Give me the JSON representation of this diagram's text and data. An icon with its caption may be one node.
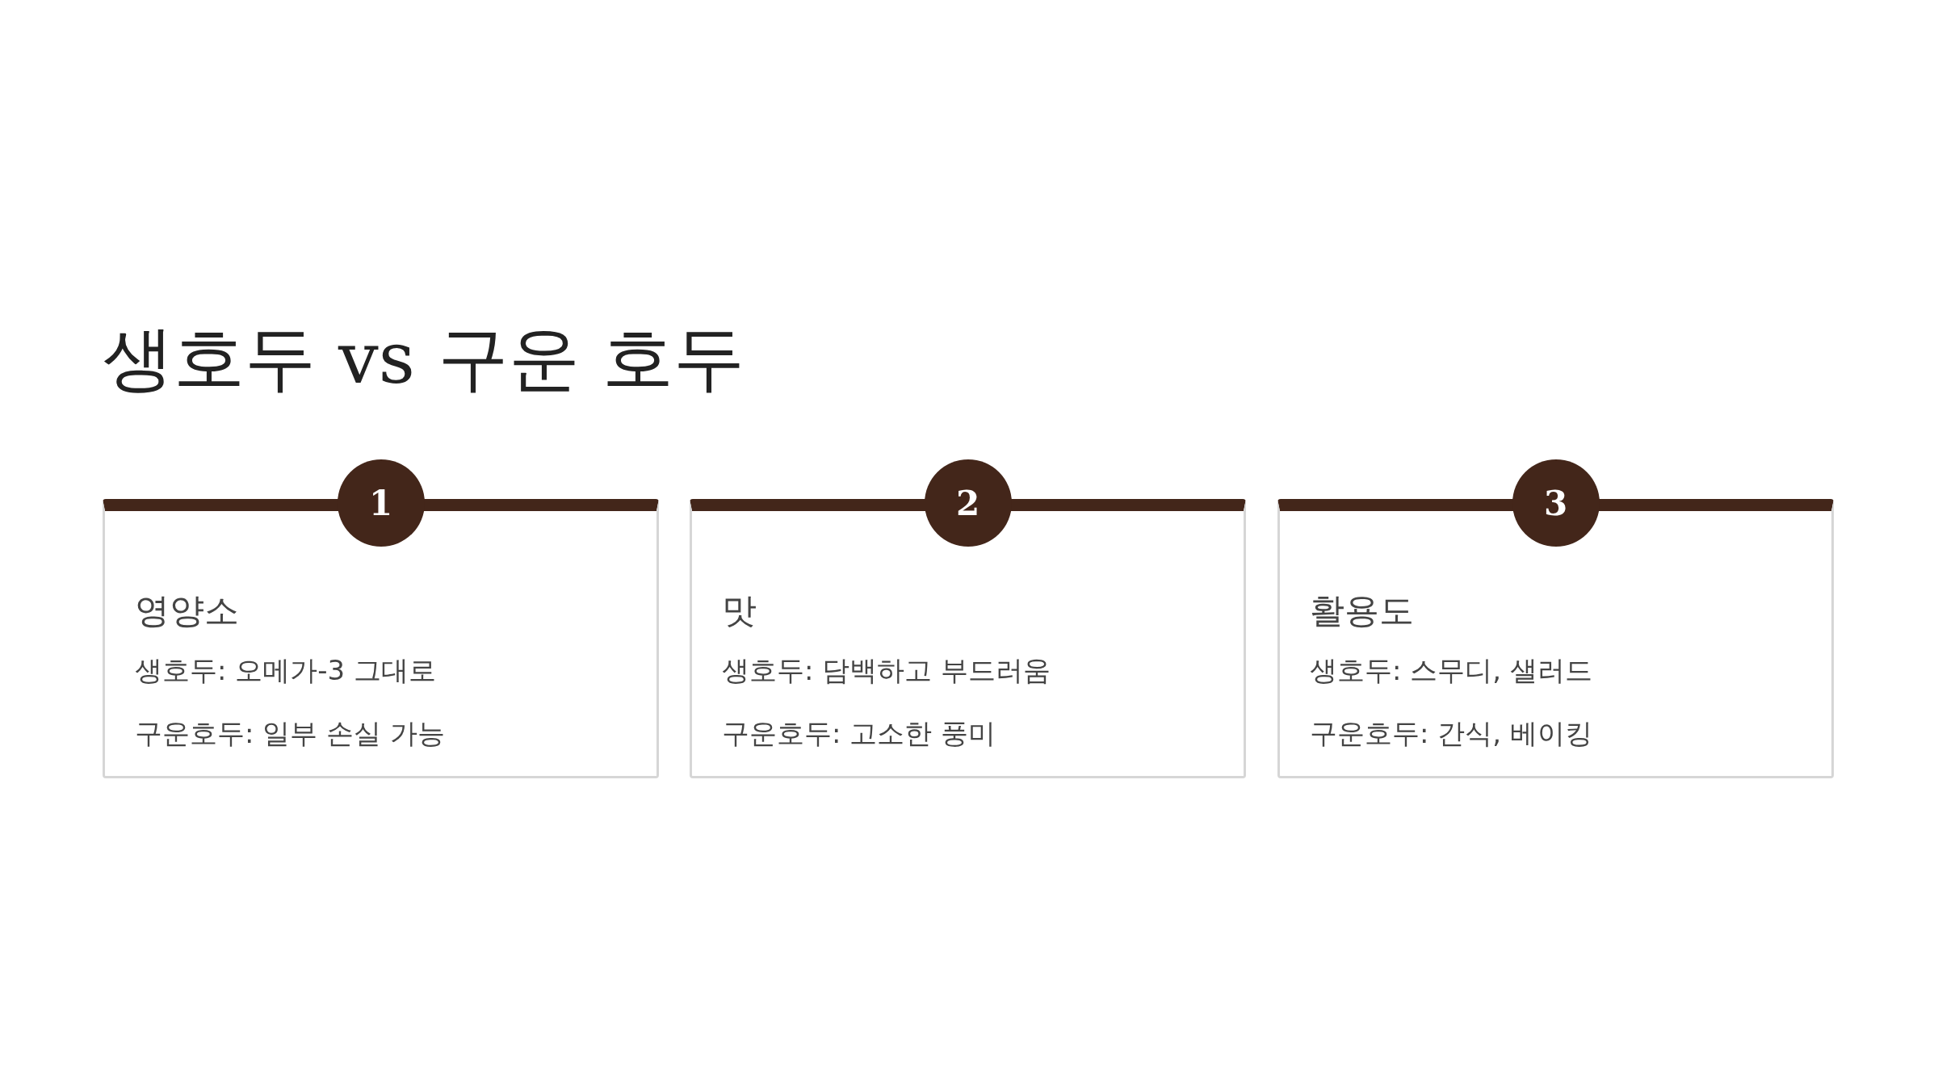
{
  "diagram": {
    "title": "생호두 vs 구운 호두",
    "nodes": [
      {
        "text": [
          "1"
        ]
      },
      {
        "text": [
          "영양소",
          "생호두: 오메가-3 그대로",
          "구운호두: 일부 손실 가능"
        ]
      },
      {
        "text": [
          "2"
        ]
      },
      {
        "text": [
          "맛",
          "생호두: 담백하고 부드러움",
          "구운호두: 고소한 풍미"
        ]
      },
      {
        "text": [
          "3"
        ]
      },
      {
        "text": [
          "활용도",
          "생호두: 스무디, 샐러드",
          "구운호두: 간식, 베이킹"
        ]
      }
    ]
  }
}
